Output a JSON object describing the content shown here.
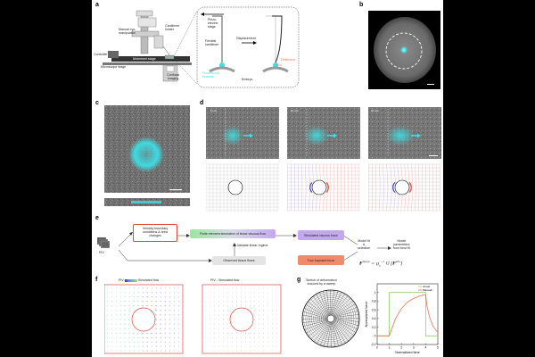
{
  "panels": {
    "a": "a",
    "b": "b",
    "c": "c",
    "d": "d",
    "e": "e",
    "f": "f",
    "g": "g"
  },
  "a": {
    "manual": "Manual xyz-\nmanipulator",
    "holder": "Cantilever\nholder",
    "controller": "Controller",
    "motorised": "Motorised stage",
    "microscope": "Microscope stage",
    "confocal": "Confocal\nimaging",
    "piezo": "Piezo-\nelectric\nstage",
    "flexible": "Flexible\ncantilever",
    "displacement": "Displacement",
    "bead": "Fluorescent\nbead tip",
    "deflection": "Deflection",
    "embryo": "Embryo"
  },
  "d": {
    "t1": "5 min",
    "t2": "10 min",
    "t3": "20 min"
  },
  "e": {
    "piv": "PIV",
    "velocity": "Velocity boundary\nconditions & area\nchanges",
    "fem": "Finite element simulation of linear viscous flow",
    "validate": "Validate linear regime",
    "observed": "Observed tissue flows",
    "viscous": "Simulated viscous force",
    "imposed": "True imposed force",
    "modelfit": "Model fit\n&\nselection",
    "params": "Model\nparameters\nfrom best fit",
    "equation": "F^meas = μ_s^-1 G [F^sim]"
  },
  "f": {
    "title1_a": "PIV",
    "title1_b": "Simulated flow",
    "title2": "PIV - Simulated flow"
  },
  "g": {
    "title": "Sketch of deformation\ninduced by a sweep"
  },
  "colors": {
    "cyan": "#3de0e6",
    "orange": "#e8734a",
    "purple": "#b89ae6",
    "green": "#8fcf6a",
    "red": "#e0483a",
    "salmon": "#f08a6c"
  },
  "chart_data": {
    "type": "line",
    "title": "",
    "xlabel": "Normalized time",
    "ylabel": "Normalized force",
    "xlim": [
      0,
      5
    ],
    "ylim": [
      -0.2,
      1.2
    ],
    "xticks": [
      0,
      1,
      2,
      3,
      4,
      5
    ],
    "yticks": [
      -0.2,
      0,
      0.2,
      0.4,
      0.6,
      0.8,
      1
    ],
    "legend": "top-right",
    "series": [
      {
        "name": "virtual",
        "color": "#8fcf6a",
        "x": [
          0,
          1,
          1,
          4,
          4,
          5
        ],
        "y": [
          0,
          0,
          1,
          1,
          0,
          0
        ]
      },
      {
        "name": "Maxwell",
        "color": "#e8734a",
        "x": [
          0,
          1,
          1.5,
          2,
          2.5,
          3,
          3.5,
          4,
          4.1,
          4.3,
          4.6,
          5
        ],
        "y": [
          0,
          0,
          0.39,
          0.63,
          0.78,
          0.86,
          0.92,
          0.95,
          0.7,
          0.45,
          0.22,
          0.08
        ]
      }
    ]
  }
}
